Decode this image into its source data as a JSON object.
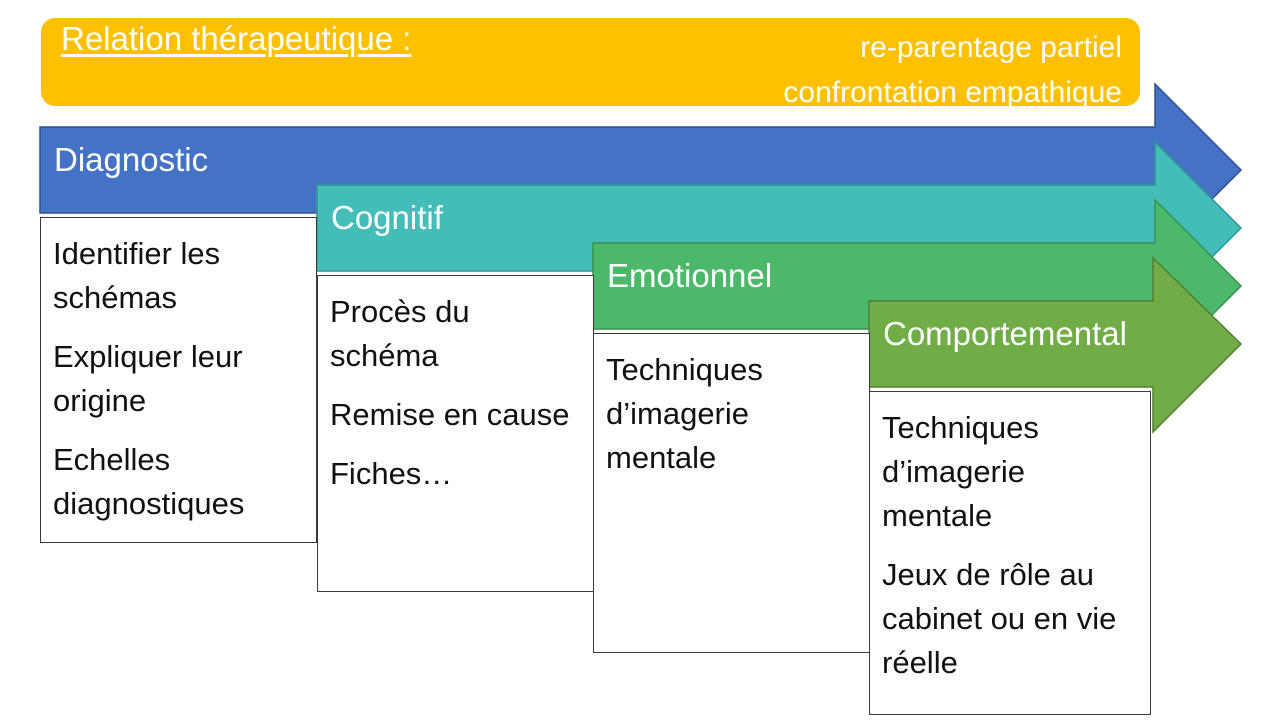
{
  "banner": {
    "title": "Relation thérapeutique :",
    "lines": [
      "re-parentage partiel",
      "confrontation empathique"
    ],
    "color": "#FFC000"
  },
  "stages": [
    {
      "label": "Diagnostic",
      "color": "#4472C4",
      "border": "#2F528F",
      "items": [
        "Identifier les schémas",
        "Expliquer leur origine",
        "Echelles diagnostiques"
      ]
    },
    {
      "label": "Cognitif",
      "color": "#44BDB8",
      "border": "#2E9792",
      "items": [
        "Procès du schéma",
        "Remise en cause",
        "Fiches…"
      ]
    },
    {
      "label": "Emotionnel",
      "color": "#4CB86A",
      "border": "#37904F",
      "items": [
        "Techniques d’imagerie mentale"
      ]
    },
    {
      "label": "Comportemental",
      "color": "#70AD47",
      "border": "#507E32",
      "items": [
        "Techniques d’imagerie mentale",
        "Jeux de rôle au cabinet ou en vie réelle"
      ]
    }
  ]
}
